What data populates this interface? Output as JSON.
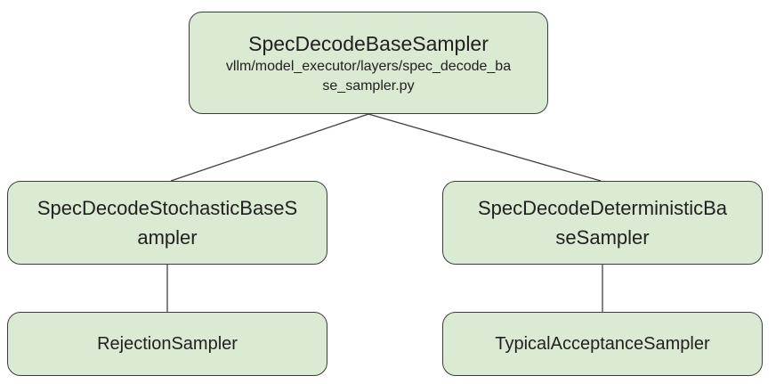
{
  "diagram": {
    "type": "class-hierarchy-tree",
    "nodes": [
      {
        "id": "spec-decode-base-sampler",
        "full_name": "SpecDecodeBaseSampler",
        "lines": [
          "SpecDecodeBaseSampler"
        ],
        "file_path": "vllm/model_executor/layers/spec_decode_base_sampler.py",
        "file_path_lines": [
          "vllm/model_executor/layers/spec_decode_ba",
          "se_sampler.py"
        ]
      },
      {
        "id": "spec-decode-stochastic-base-sampler",
        "full_name": "SpecDecodeStochasticBaseSampler",
        "lines": [
          "SpecDecodeStochasticBaseS",
          "ampler"
        ]
      },
      {
        "id": "spec-decode-deterministic-base-sampler",
        "full_name": "SpecDecodeDeterministicBaseSampler",
        "lines": [
          "SpecDecodeDeterministicBa",
          "seSampler"
        ]
      },
      {
        "id": "rejection-sampler",
        "full_name": "RejectionSampler",
        "lines": [
          "RejectionSampler"
        ]
      },
      {
        "id": "typical-acceptance-sampler",
        "full_name": "TypicalAcceptanceSampler",
        "lines": [
          "TypicalAcceptanceSampler"
        ]
      }
    ],
    "edges": [
      {
        "from": "spec-decode-base-sampler",
        "to": "spec-decode-stochastic-base-sampler"
      },
      {
        "from": "spec-decode-base-sampler",
        "to": "spec-decode-deterministic-base-sampler"
      },
      {
        "from": "spec-decode-stochastic-base-sampler",
        "to": "rejection-sampler"
      },
      {
        "from": "spec-decode-deterministic-base-sampler",
        "to": "typical-acceptance-sampler"
      }
    ]
  },
  "colors": {
    "node_fill": "#dbead3",
    "node_border": "#3d3d3d",
    "connector": "#404040",
    "text": "#212121",
    "background": "#ffffff"
  }
}
